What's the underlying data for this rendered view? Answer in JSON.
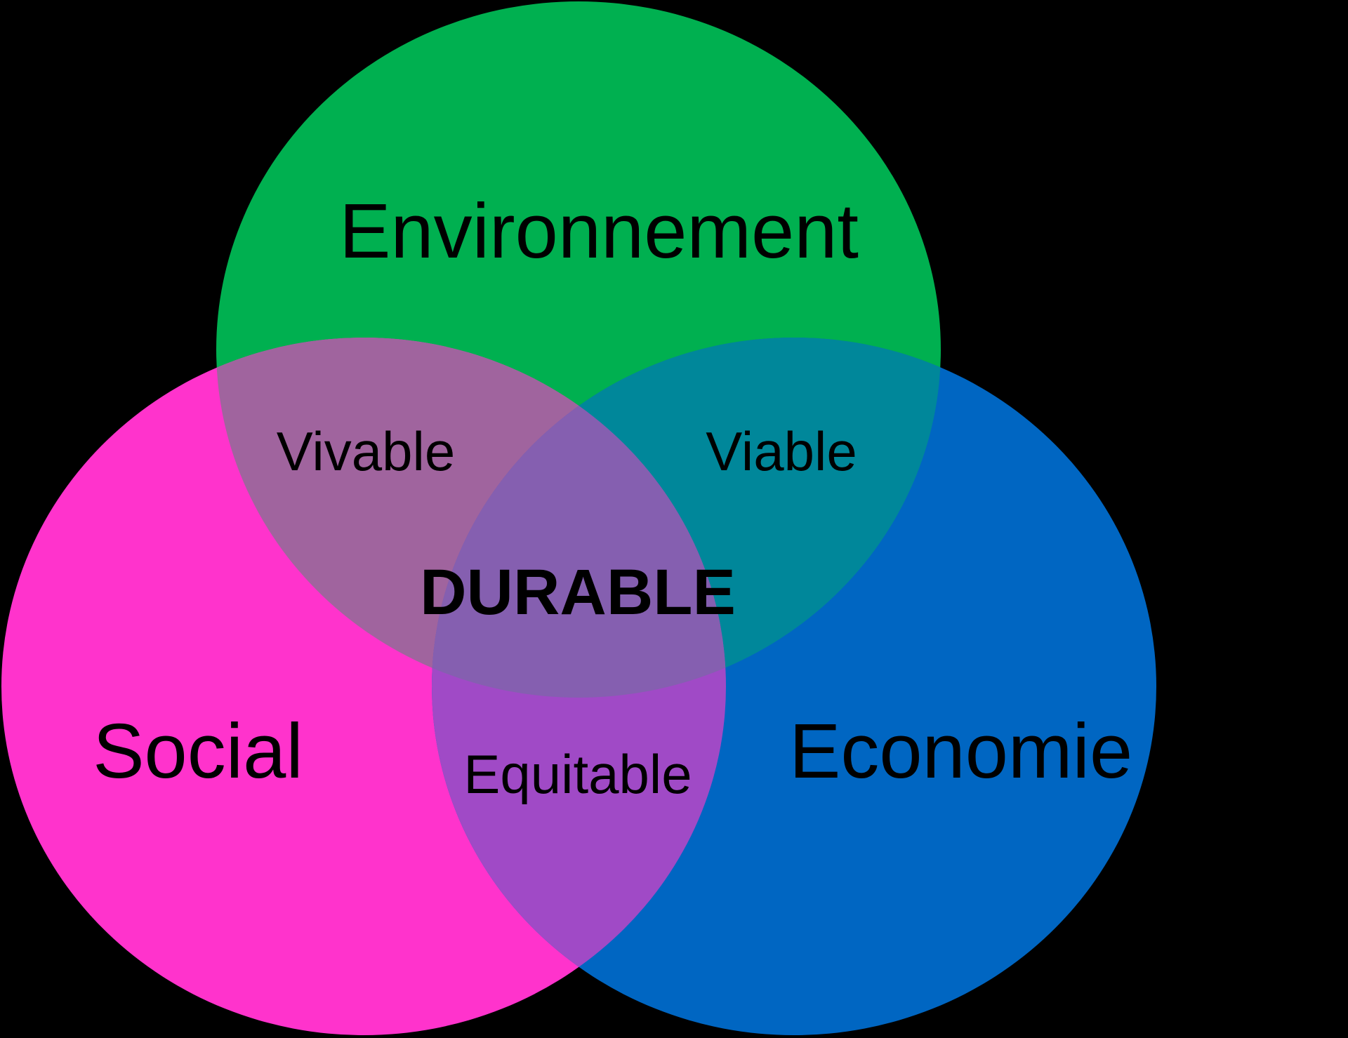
{
  "sets": {
    "environment": {
      "label": "Environnement",
      "color": "#00B050"
    },
    "social": {
      "label": "Social",
      "color": "#FF33CC"
    },
    "economy": {
      "label": "Economie",
      "color": "#0066C2"
    }
  },
  "intersections": {
    "social_environment": {
      "label": "Vivable",
      "color": "#A0649E"
    },
    "environment_economy": {
      "label": "Viable",
      "color": "#00879A"
    },
    "social_economy": {
      "label": "Equitable",
      "color": "#A04AC6"
    },
    "all": {
      "label": "DURABLE",
      "color": "#855FB0"
    }
  },
  "background": "#000000"
}
